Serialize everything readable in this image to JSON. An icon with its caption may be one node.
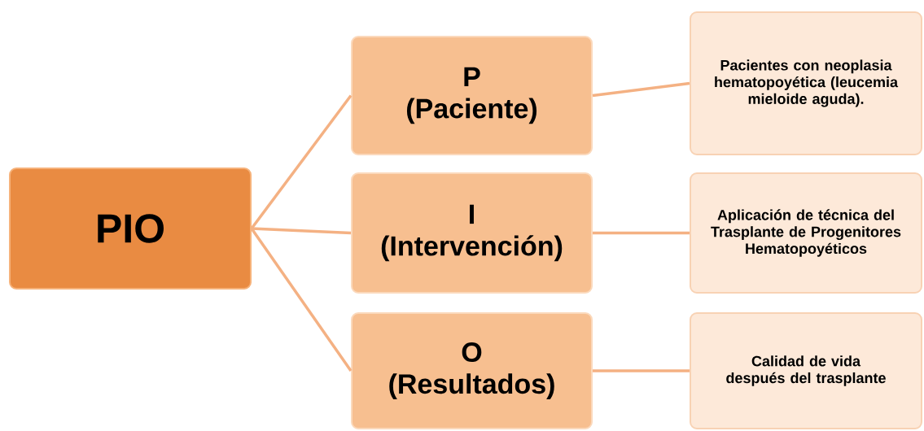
{
  "diagram": {
    "nodes": [
      {
        "text": [
          "PIO"
        ]
      },
      {
        "text": [
          "P",
          "(Paciente)"
        ]
      },
      {
        "text": [
          "I",
          "(Intervención)"
        ]
      },
      {
        "text": [
          "O",
          "(Resultados)"
        ]
      },
      {
        "text": [
          "Pacientes con neoplasia hematopoyética (leucemia mieloide aguda)."
        ]
      },
      {
        "text": [
          "Aplicación de técnica del Trasplante de Progenitores Hematopoyéticos"
        ]
      },
      {
        "text": [
          "Calidad de vida después del trasplante"
        ]
      }
    ],
    "edges": [
      {
        "from": 0,
        "to": 1,
        "arrow": "none"
      },
      {
        "from": 0,
        "to": 2,
        "arrow": "none"
      },
      {
        "from": 0,
        "to": 3,
        "arrow": "none"
      },
      {
        "from": 1,
        "to": 4,
        "arrow": "none"
      },
      {
        "from": 2,
        "to": 5,
        "arrow": "none"
      },
      {
        "from": 3,
        "to": 6,
        "arrow": "none"
      }
    ]
  }
}
